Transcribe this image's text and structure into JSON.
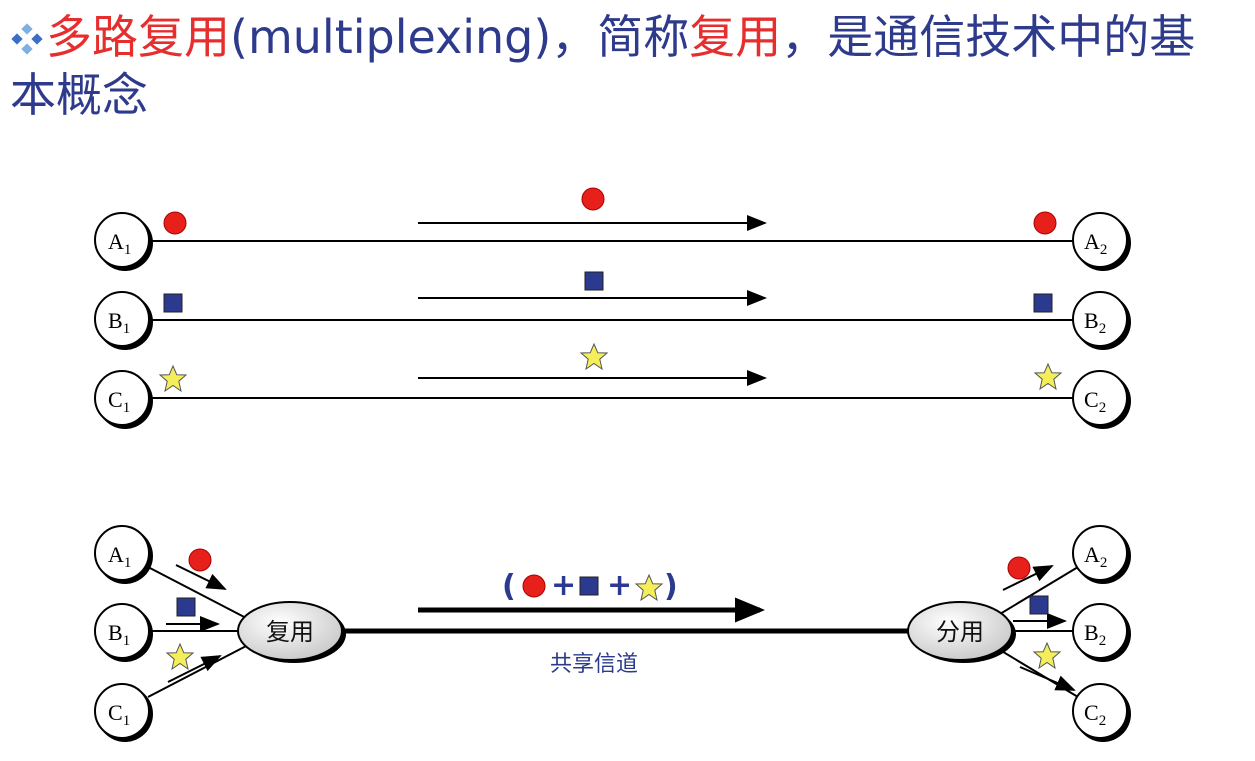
{
  "title": {
    "part1": "多路复用",
    "part2": "(multiplexing)，简称",
    "part3": "复用",
    "part4": "，是通信技术中的基本概念"
  },
  "nodes_left": [
    {
      "letter": "A",
      "sub": "1"
    },
    {
      "letter": "B",
      "sub": "1"
    },
    {
      "letter": "C",
      "sub": "1"
    }
  ],
  "nodes_right": [
    {
      "letter": "A",
      "sub": "2"
    },
    {
      "letter": "B",
      "sub": "2"
    },
    {
      "letter": "C",
      "sub": "2"
    }
  ],
  "mux_label": "复用",
  "demux_label": "分用",
  "combined_open": "(",
  "combined_plus": "+",
  "combined_close": ")",
  "channel_label": "共享信道",
  "colors": {
    "title_blue": "#2e3a8c",
    "title_red": "#e62e2e",
    "circle_red": "#e8201c",
    "square_blue": "#2b3a8e",
    "star_yellow": "#f4ee5a"
  }
}
